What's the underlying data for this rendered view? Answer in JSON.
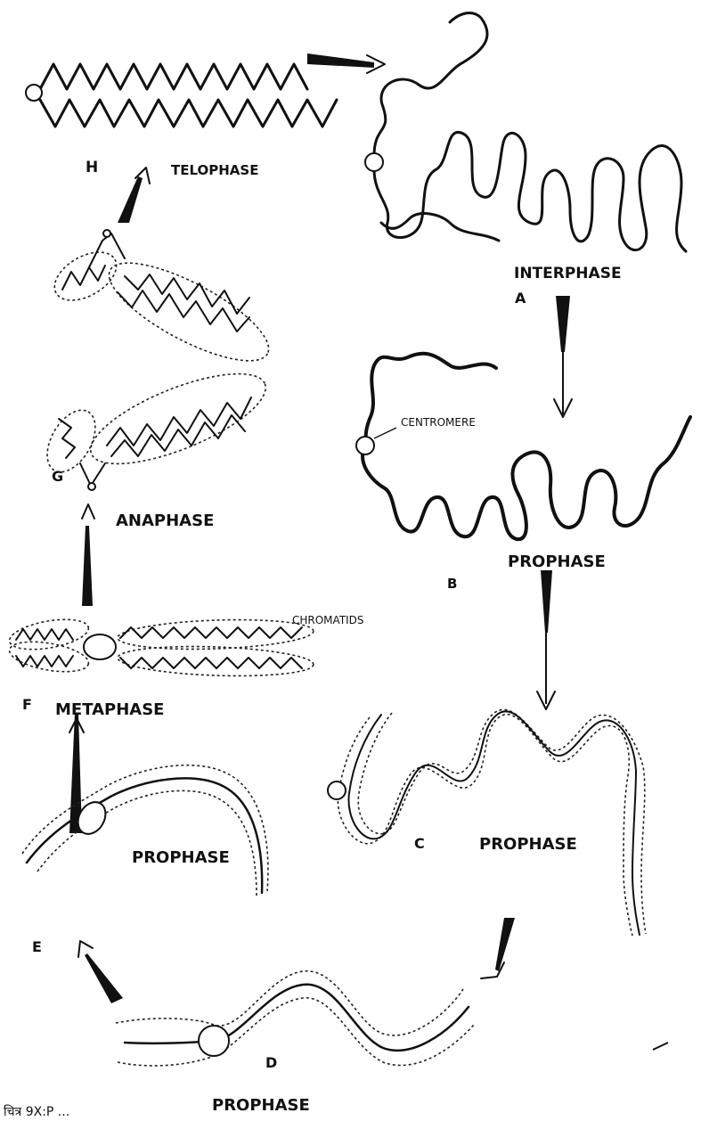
{
  "labels": {
    "letter_h": "H",
    "telophase": "TELOPHASE",
    "interphase": "INTERPHASE",
    "letter_a": "A",
    "centromere": "CENTROMERE",
    "letter_g": "G",
    "anaphase": "ANAPHASE",
    "letter_b": "B",
    "prophase_b": "PROPHASE",
    "chromatids": "CHROMATIDS",
    "letter_f": "F",
    "metaphase": "METAPHASE",
    "letter_c": "C",
    "prophase_c": "PROPHASE",
    "prophase_e": "PROPHASE",
    "letter_e": "E",
    "letter_d": "D",
    "prophase_d": "PROPHASE",
    "caption": "चित्र 9X:P ..."
  },
  "colors": {
    "ink": "#111111",
    "paper": "#ffffff"
  }
}
